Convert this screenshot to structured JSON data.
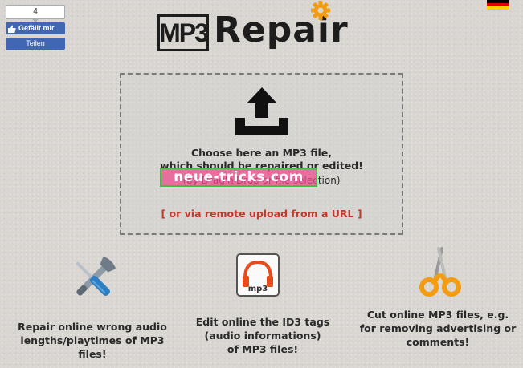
{
  "social": {
    "like_count": "4",
    "like_label": "Gefällt mir",
    "share_label": "Teilen"
  },
  "logo": {
    "box_text": "MP3",
    "word": "Repair"
  },
  "dropzone": {
    "line1": "Choose here an MP3 file,",
    "line2": "which should be repaired or edited!",
    "line3": "(by Drag'n'Drop or file selection)",
    "remote_link": "[ or via remote upload from a URL ]"
  },
  "watermark": "neue-tricks.com",
  "features": [
    {
      "lines": [
        "Repair online wrong audio",
        "lengths/playtimes of MP3",
        "files!"
      ]
    },
    {
      "lines": [
        "Edit online the ID3 tags",
        "(audio informations)",
        "of MP3 files!"
      ],
      "icon_text": "mp3"
    },
    {
      "lines": [
        "Cut online MP3 files, e.g.",
        "for removing advertising or",
        "comments!"
      ]
    }
  ],
  "colors": {
    "facebook": "#4267b2",
    "accent_orange": "#f39c12",
    "link_red": "#c0392b",
    "flag": [
      "#000000",
      "#dd0000",
      "#ffce00"
    ]
  },
  "icons": [
    "thumbs-up-icon",
    "gear-icon",
    "upload-tray-icon",
    "wrench-screwdriver-icon",
    "mp3-headphones-icon",
    "scissors-icon",
    "german-flag-icon"
  ]
}
